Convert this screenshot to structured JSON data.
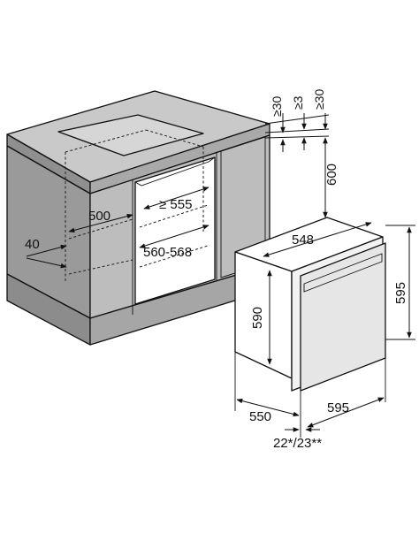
{
  "dimensions": {
    "top_gap_a": "≥30",
    "top_gap_b": "≥3",
    "top_gap_c": "≥30",
    "height_600": "600",
    "depth_500": "500",
    "width_min_555": "≥ 555",
    "width_range": "560-568",
    "side_40": "40",
    "oven_depth_top": "548",
    "oven_height_590": "590",
    "oven_height_595": "595",
    "oven_depth_550": "550",
    "oven_width_595": "595",
    "front_thickness": "22*/23**"
  },
  "colors": {
    "cabinet_front": "#9a9a9a",
    "cabinet_side": "#bdbdbd",
    "counter_top": "#c9c9c9",
    "counter_edge": "#8f8f8f",
    "cooktop": "#d3d3d3",
    "plinth": "#a6a6a6",
    "oven_front": "#f2f2f2",
    "oven_side": "#ffffff"
  }
}
